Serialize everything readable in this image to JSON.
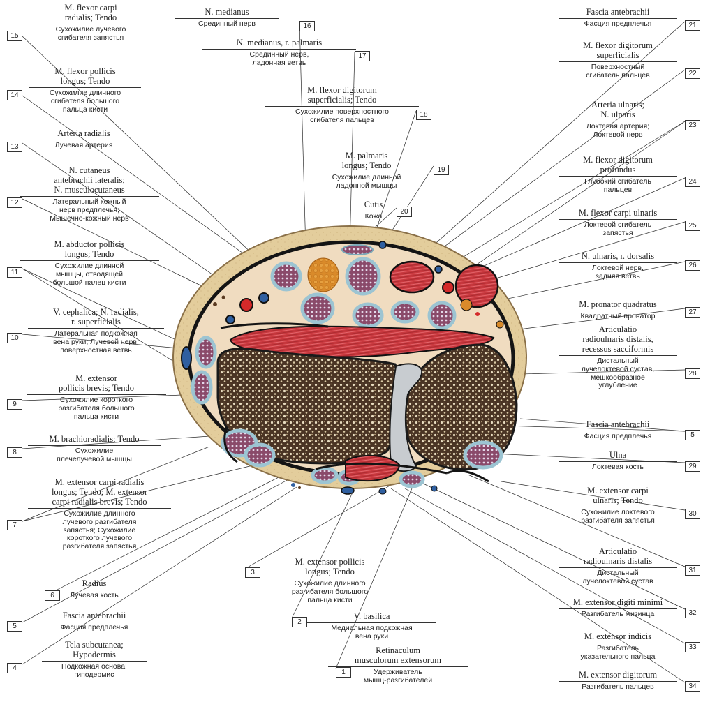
{
  "labels": [
    {
      "id": "L15",
      "num": "15",
      "latin": [
        "M. flexor carpi",
        "radialis; Tendo"
      ],
      "russian": [
        "Сухожилие лучевого",
        "сгибателя запястья"
      ]
    },
    {
      "id": "L14",
      "num": "14",
      "latin": [
        "M. flexor pollicis",
        "longus; Tendo"
      ],
      "russian": [
        "Сухожилие длинного",
        "сгибателя большого",
        "пальца кисти"
      ]
    },
    {
      "id": "L13",
      "num": "13",
      "latin": [
        "Arteria radialis"
      ],
      "russian": [
        "Лучевая артерия"
      ]
    },
    {
      "id": "L12",
      "num": "12",
      "latin": [
        "N. cutaneus",
        "antebrachii lateralis;",
        "N. musculocutaneus"
      ],
      "russian": [
        "Латеральный кожный",
        "нерв предплечья;",
        "Мышечно-кожный нерв"
      ]
    },
    {
      "id": "L11",
      "num": "11",
      "latin": [
        "M. abductor pollicis",
        "longus; Tendo"
      ],
      "russian": [
        "Сухожилие длинной",
        "мышцы, отводящей",
        "большой палец кисти"
      ]
    },
    {
      "id": "L10",
      "num": "10",
      "latin": [
        "V. cephalica; N. radialis,",
        "r. superficialis"
      ],
      "russian": [
        "Латеральная подкожная",
        "вена руки; Лучевой нерв,",
        "поверхностная ветвь"
      ]
    },
    {
      "id": "L9",
      "num": "9",
      "latin": [
        "M. extensor",
        "pollicis brevis; Tendo"
      ],
      "russian": [
        "Сухожилие короткого",
        "разгибателя большого",
        "пальца кисти"
      ]
    },
    {
      "id": "L8",
      "num": "8",
      "latin": [
        "M. brachioradialis; Tendo"
      ],
      "russian": [
        "Сухожилие",
        "плечелучевой мышцы"
      ]
    },
    {
      "id": "L7",
      "num": "7",
      "latin": [
        "M. extensor carpi radialis",
        "longus; Tendo; M. extensor",
        "carpi radialis brevis; Tendo"
      ],
      "russian": [
        "Сухожилие длинного",
        "лучевого разгибателя",
        "запястья; Сухожилие",
        "короткого лучевого",
        "разгибателя запястья"
      ]
    },
    {
      "id": "L6",
      "num": "6",
      "latin": [
        "Radius"
      ],
      "russian": [
        "Лучевая кость"
      ]
    },
    {
      "id": "L5a",
      "num": "5",
      "latin": [
        "Fascia antebrachii"
      ],
      "russian": [
        "Фасция предплечья"
      ]
    },
    {
      "id": "L4",
      "num": "4",
      "latin": [
        "Tela subcutanea;",
        "Hypodermis"
      ],
      "russian": [
        "Подкожная основа;",
        "гиподермис"
      ]
    },
    {
      "id": "L16",
      "num": "16",
      "latin": [
        "N. medianus"
      ],
      "russian": [
        "Срединный нерв"
      ]
    },
    {
      "id": "L17",
      "num": "17",
      "latin": [
        "N. medianus, r. palmaris"
      ],
      "russian": [
        "Срединный нерв,",
        "ладонная ветвь"
      ]
    },
    {
      "id": "L18",
      "num": "18",
      "latin": [
        "M. flexor digitorum",
        "superficialis; Tendo"
      ],
      "russian": [
        "Сухожилие поверхностного",
        "сгибателя пальцев"
      ]
    },
    {
      "id": "L19",
      "num": "19",
      "latin": [
        "M. palmaris",
        "longus; Tendo"
      ],
      "russian": [
        "Сухожилие длинной",
        "ладонной мышцы"
      ]
    },
    {
      "id": "L20",
      "num": "20",
      "latin": [
        "Cutis"
      ],
      "russian": [
        "Кожа"
      ]
    },
    {
      "id": "L3",
      "num": "3",
      "latin": [
        "M. extensor pollicis",
        "longus; Tendo"
      ],
      "russian": [
        "Сухожилие длинного",
        "разгибателя большого",
        "пальца кисти"
      ]
    },
    {
      "id": "L2",
      "num": "2",
      "latin": [
        "V. basilica"
      ],
      "russian": [
        "Медиальная подкожная",
        "вена руки"
      ]
    },
    {
      "id": "L1",
      "num": "1",
      "latin": [
        "Retinaculum",
        "musculorum extensorum"
      ],
      "russian": [
        "Удерживатель",
        "мышц-разгибателей"
      ]
    },
    {
      "id": "L21",
      "num": "21",
      "latin": [
        "Fascia antebrachii"
      ],
      "russian": [
        "Фасция предплечья"
      ]
    },
    {
      "id": "L22",
      "num": "22",
      "latin": [
        "M. flexor digitorum",
        "superficialis"
      ],
      "russian": [
        "Поверхностный",
        "сгибатель пальцев"
      ]
    },
    {
      "id": "L23",
      "num": "23",
      "latin": [
        "Arteria ulnaris;",
        "N. ulnaris"
      ],
      "russian": [
        "Локтевая артерия;",
        "Локтевой нерв"
      ]
    },
    {
      "id": "L24",
      "num": "24",
      "latin": [
        "M. flexor digitorum",
        "profundus"
      ],
      "russian": [
        "Глубокий сгибатель",
        "пальцев"
      ]
    },
    {
      "id": "L25",
      "num": "25",
      "latin": [
        "M. flexor carpi ulnaris"
      ],
      "russian": [
        "Локтевой сгибатель",
        "запястья"
      ]
    },
    {
      "id": "L26",
      "num": "26",
      "latin": [
        "N. ulnaris, r. dorsalis"
      ],
      "russian": [
        "Локтевой нерв,",
        "задняя ветвь"
      ]
    },
    {
      "id": "L27",
      "num": "27",
      "latin": [
        "M. pronator quadratus"
      ],
      "russian": [
        "Квадратный пронатор"
      ]
    },
    {
      "id": "L28",
      "num": "28",
      "latin": [
        "Articulatio",
        "radioulnaris distalis,",
        "recessus sacciformis"
      ],
      "russian": [
        "Дистальный",
        "лучелоктевой сустав,",
        "мешкообразное",
        "углубление"
      ]
    },
    {
      "id": "L5b",
      "num": "5",
      "latin": [
        "Fascia antebrachii"
      ],
      "russian": [
        "Фасция предплечья"
      ]
    },
    {
      "id": "L29",
      "num": "29",
      "latin": [
        "Ulna"
      ],
      "russian": [
        "Локтевая кость"
      ]
    },
    {
      "id": "L30",
      "num": "30",
      "latin": [
        "M. extensor carpi",
        "ulnaris; Tendo"
      ],
      "russian": [
        "Сухожилие локтевого",
        "разгибателя запястья"
      ]
    },
    {
      "id": "L31",
      "num": "31",
      "latin": [
        "Articulatio",
        "radioulnaris distalis"
      ],
      "russian": [
        "Дистальный",
        "лучелоктевой сустав"
      ]
    },
    {
      "id": "L32",
      "num": "32",
      "latin": [
        "M. extensor digiti minimi"
      ],
      "russian": [
        "Разгибатель мизинца"
      ]
    },
    {
      "id": "L33",
      "num": "33",
      "latin": [
        "M. extensor indicis"
      ],
      "russian": [
        "Разгибатель",
        "указательного пальца"
      ]
    },
    {
      "id": "L34",
      "num": "34",
      "latin": [
        "M. extensor digitorum"
      ],
      "russian": [
        "Разгибатель пальцев"
      ]
    }
  ],
  "colors": {
    "skin": "#e3cd9c",
    "fascia": "#141414",
    "muscle": "#c8383e",
    "bone": "#4a3424",
    "tendon_sheath": "#9cc4d2",
    "fat": "#d98a2a",
    "artery": "#d42a2a",
    "vein": "#2f5fa0"
  }
}
